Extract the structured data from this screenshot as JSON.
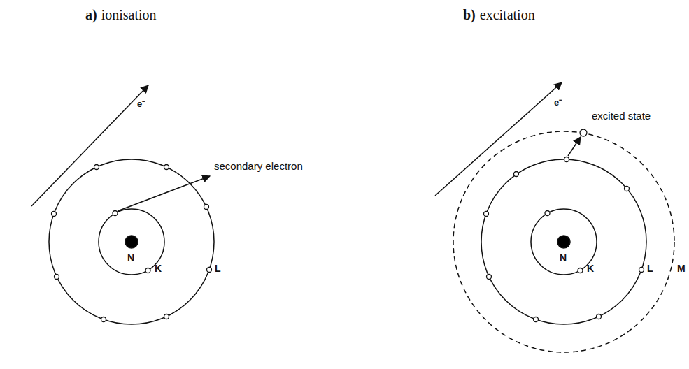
{
  "diagram": {
    "labels": [
      "a)",
      "ionisation",
      "b)",
      "excitation",
      "e⁻",
      "secondary electron",
      "N",
      "K",
      "L",
      "e⁻",
      "excited state",
      "N",
      "K",
      "L",
      "M"
    ]
  }
}
